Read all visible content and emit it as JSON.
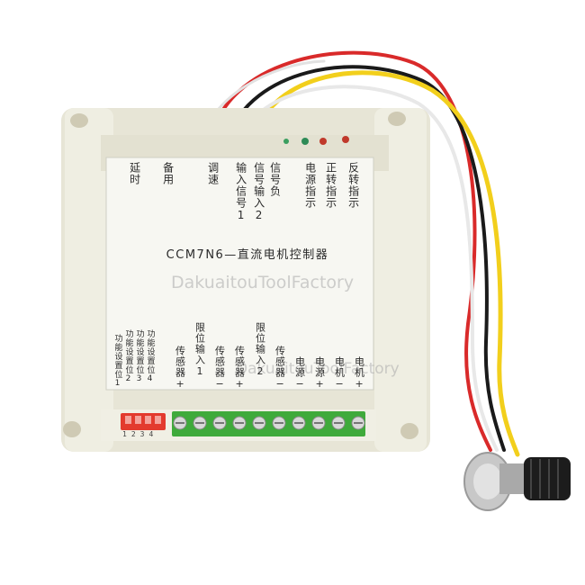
{
  "panel": {
    "title": "CCM7N6—直流电机控制器",
    "top_labels": [
      {
        "id": "delay",
        "text": "延时"
      },
      {
        "id": "spare",
        "text": "备用"
      },
      {
        "id": "speed",
        "text": "调速"
      },
      {
        "id": "in1",
        "text": "输入信号1"
      },
      {
        "id": "in2pos",
        "text": "信号输入2"
      },
      {
        "id": "in2neg",
        "text": "信号负"
      },
      {
        "id": "power",
        "text": "电源指示"
      },
      {
        "id": "fwd",
        "text": "正转指示"
      },
      {
        "id": "rev",
        "text": "反转指示"
      }
    ],
    "dip_labels": [
      {
        "id": "f1",
        "text": "功能设置位1"
      },
      {
        "id": "f2",
        "text": "功能设置位2"
      },
      {
        "id": "f3",
        "text": "功能设置位3"
      },
      {
        "id": "f4",
        "text": "功能设置位4"
      }
    ],
    "bottom_labels": [
      {
        "id": "s1p",
        "text": "传感器+"
      },
      {
        "id": "lim1",
        "text": "限位输入1"
      },
      {
        "id": "s1n",
        "text": "传感器−"
      },
      {
        "id": "s2p",
        "text": "传感器+"
      },
      {
        "id": "lim2",
        "text": "限位输入2"
      },
      {
        "id": "s2n",
        "text": "传感器−"
      },
      {
        "id": "pwrn",
        "text": "电源−"
      },
      {
        "id": "pwrp",
        "text": "电源+"
      },
      {
        "id": "motn",
        "text": "电机−"
      },
      {
        "id": "motp",
        "text": "电机+"
      }
    ],
    "dip_numbers": "1234"
  },
  "watermarks": [
    "DakuaitouToolFactory",
    "DakuaitouToolFactory"
  ],
  "colors": {
    "housing": "#efeee2",
    "housing_shadow": "#d9d6c4",
    "face": "#f7f7f2",
    "terminal_green": "#3faa3b",
    "dip_red": "#e33a2e",
    "wire_red": "#d92a2a",
    "wire_yellow": "#f2cf1c",
    "wire_black": "#1a1a1a",
    "wire_white": "#f2f2f2",
    "led_red": "#c0392b",
    "led_green": "#27ae60"
  }
}
